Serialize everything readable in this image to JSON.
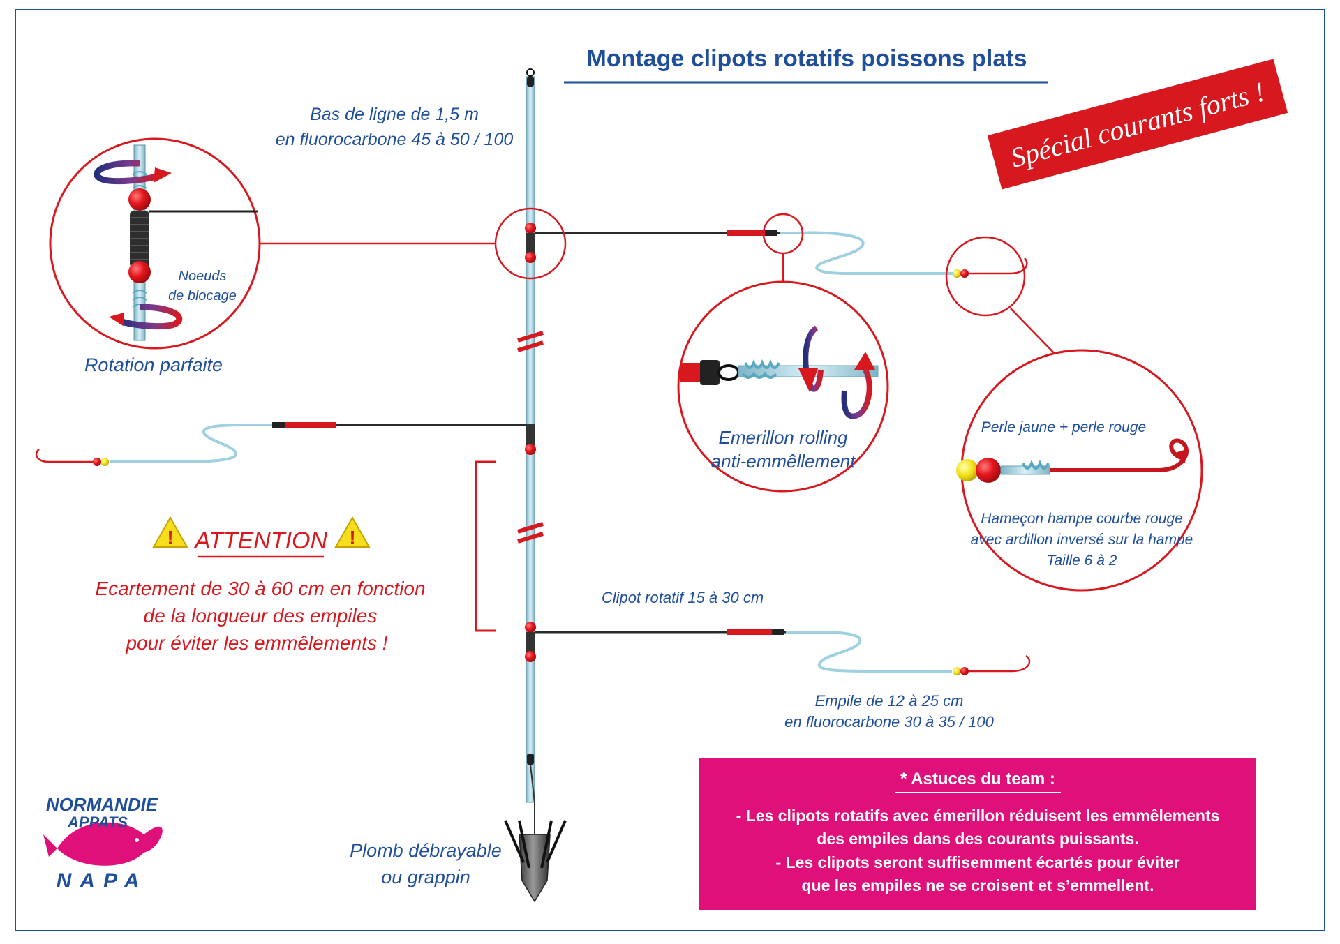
{
  "title": "Montage clipots rotatifs poissons plats",
  "banner": "Spécial courants forts !",
  "labels": {
    "leader_line1": "Bas de ligne de 1,5 m",
    "leader_line2": "en fluorocarbone 45 à 50 / 100",
    "knots_line1": "Noeuds",
    "knots_line2": "de blocage",
    "rotation": "Rotation parfaite",
    "swivel_line1": "Emerillon rolling",
    "swivel_line2": "anti-emmêllement",
    "beads": "Perle jaune + perle rouge",
    "hook_line1": "Hameçon hampe courbe rouge",
    "hook_line2": "avec ardillon inversé sur la hampe",
    "hook_line3": "Taille 6 à 2",
    "clipot": "Clipot rotatif 15 à 30 cm",
    "empile_line1": "Empile de 12 à 25 cm",
    "empile_line2": "en fluorocarbone 30 à 35 / 100",
    "sinker_line1": "Plomb débrayable",
    "sinker_line2": "ou grappin"
  },
  "attention": {
    "heading": "ATTENTION",
    "line1": "Ecartement de 30 à 60 cm en fonction",
    "line2": "de la longueur des empiles",
    "line3": "pour éviter les emmêlements !"
  },
  "tips": {
    "heading": "* Astuces du team :",
    "line1": "- Les clipots rotatifs avec émerillon réduisent les emmêlements",
    "line2": "des empiles dans des courants puissants.",
    "line3": "- Les clipots seront suffisemment écartés pour éviter",
    "line4": "que les empiles ne se croisent et s’emmellent."
  },
  "logo": {
    "line1": "NORMANDIE",
    "line2": "APPATS",
    "line3": "NAPA"
  },
  "colors": {
    "title_blue": "#1f4e9b",
    "red": "#d7191f",
    "line_blue": "#9fd0df",
    "pink_box": "#e0107a",
    "frame": "#1f4e9b"
  }
}
